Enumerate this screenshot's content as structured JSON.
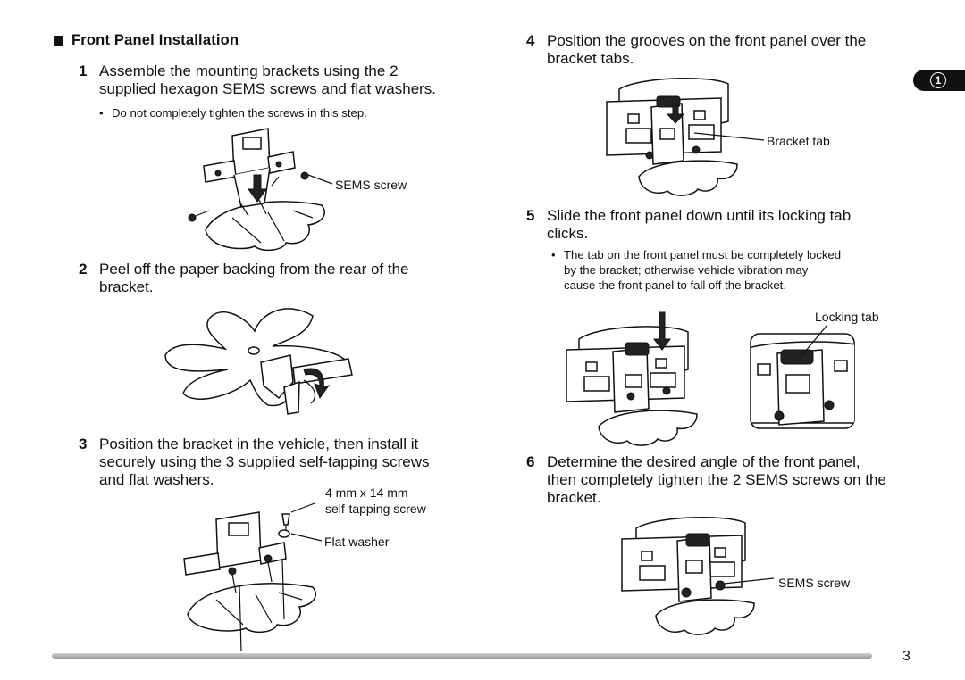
{
  "section": {
    "title": "Front Panel Installation"
  },
  "steps": {
    "s1": {
      "num": "1",
      "line1": "Assemble the mounting brackets using the 2",
      "line2": "supplied hexagon SEMS screws and flat washers.",
      "note": "Do not completely tighten the screws in this step."
    },
    "s2": {
      "num": "2",
      "line1": "Peel off the paper backing from the rear of the",
      "line2": "bracket."
    },
    "s3": {
      "num": "3",
      "line1": "Position the bracket in the vehicle, then install it",
      "line2": "securely using the 3 supplied self-tapping screws",
      "line3": "and flat washers."
    },
    "s4": {
      "num": "4",
      "line1": "Position the grooves on the front panel over the",
      "line2": "bracket tabs."
    },
    "s5": {
      "num": "5",
      "line1": "Slide the front panel down until its locking tab",
      "line2": "clicks.",
      "note1": "The tab on the front panel must be completely locked",
      "note2": "by the bracket; otherwise vehicle vibration may",
      "note3": "cause the front panel to fall off the bracket."
    },
    "s6": {
      "num": "6",
      "line1": "Determine the desired angle of the front panel,",
      "line2": "then completely tighten the 2 SEMS screws on the",
      "line3": "bracket."
    }
  },
  "bullet": "•",
  "labels": {
    "sems_screw_1": "SEMS screw",
    "screw_size": "4 mm x 14 mm",
    "self_tapping": "self-tapping screw",
    "flat_washer": "Flat washer",
    "bracket_tab": "Bracket tab",
    "locking_tab": "Locking tab",
    "sems_screw_2": "SEMS screw"
  },
  "language_tab": {
    "marker": "1"
  },
  "page": {
    "number": "3"
  }
}
